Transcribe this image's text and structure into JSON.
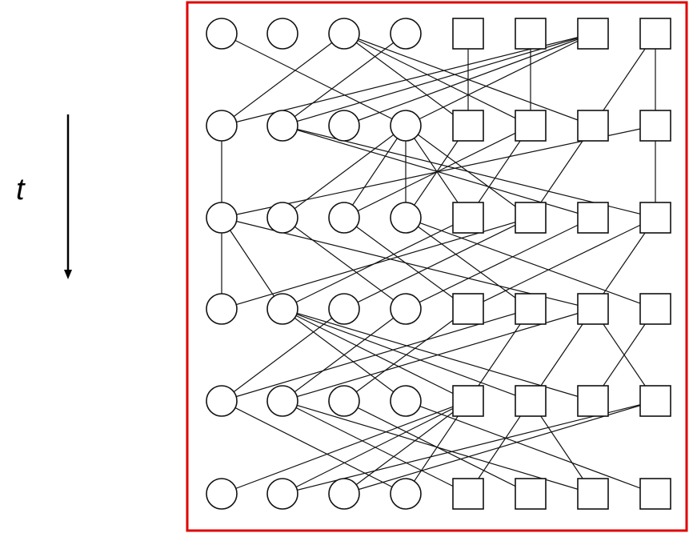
{
  "axis": {
    "label": "t"
  },
  "colors": {
    "frame": "#e00000",
    "ink": "#111111",
    "arrow": "#000000"
  },
  "network": {
    "layers": 6,
    "node_kinds": [
      "circle",
      "circle",
      "circle",
      "circle",
      "square",
      "square",
      "square",
      "square"
    ],
    "edges": [
      [
        [
          0,
          0,
          1,
          3
        ],
        [
          0,
          2,
          1,
          0
        ],
        [
          0,
          2,
          1,
          5
        ],
        [
          0,
          2,
          1,
          6
        ],
        [
          0,
          2,
          1,
          4
        ],
        [
          0,
          3,
          1,
          1
        ],
        [
          0,
          4,
          1,
          4
        ],
        [
          0,
          5,
          1,
          5
        ],
        [
          0,
          6,
          1,
          0
        ],
        [
          0,
          6,
          1,
          1
        ],
        [
          0,
          6,
          1,
          2
        ],
        [
          0,
          6,
          1,
          3
        ],
        [
          0,
          7,
          1,
          6
        ],
        [
          0,
          7,
          1,
          7
        ]
      ],
      [
        [
          1,
          0,
          2,
          0
        ],
        [
          1,
          1,
          2,
          6
        ],
        [
          1,
          1,
          2,
          7
        ],
        [
          1,
          3,
          2,
          1
        ],
        [
          1,
          3,
          2,
          2
        ],
        [
          1,
          3,
          2,
          3
        ],
        [
          1,
          3,
          2,
          5
        ],
        [
          1,
          3,
          2,
          4
        ],
        [
          1,
          4,
          2,
          3
        ],
        [
          1,
          5,
          2,
          2
        ],
        [
          1,
          5,
          2,
          4
        ],
        [
          1,
          7,
          2,
          0
        ],
        [
          1,
          6,
          2,
          5
        ],
        [
          1,
          7,
          2,
          7
        ]
      ],
      [
        [
          2,
          0,
          3,
          0
        ],
        [
          2,
          0,
          3,
          1
        ],
        [
          2,
          0,
          3,
          6
        ],
        [
          2,
          1,
          3,
          3
        ],
        [
          2,
          2,
          3,
          4
        ],
        [
          2,
          3,
          3,
          5
        ],
        [
          2,
          3,
          3,
          7
        ],
        [
          2,
          4,
          3,
          1
        ],
        [
          2,
          5,
          3,
          2
        ],
        [
          2,
          5,
          3,
          0
        ],
        [
          2,
          6,
          3,
          3
        ],
        [
          2,
          7,
          3,
          4
        ],
        [
          2,
          7,
          3,
          6
        ]
      ],
      [
        [
          3,
          1,
          4,
          3
        ],
        [
          3,
          1,
          4,
          4
        ],
        [
          3,
          1,
          4,
          5
        ],
        [
          3,
          1,
          4,
          6
        ],
        [
          3,
          2,
          4,
          0
        ],
        [
          3,
          3,
          4,
          1
        ],
        [
          3,
          4,
          4,
          2
        ],
        [
          3,
          5,
          4,
          0
        ],
        [
          3,
          5,
          4,
          4
        ],
        [
          3,
          6,
          4,
          1
        ],
        [
          3,
          6,
          4,
          5
        ],
        [
          3,
          6,
          4,
          7
        ],
        [
          3,
          7,
          4,
          6
        ]
      ],
      [
        [
          4,
          0,
          5,
          3
        ],
        [
          4,
          1,
          5,
          4
        ],
        [
          4,
          1,
          5,
          6
        ],
        [
          4,
          2,
          5,
          5
        ],
        [
          4,
          3,
          5,
          7
        ],
        [
          4,
          4,
          5,
          0
        ],
        [
          4,
          4,
          5,
          1
        ],
        [
          4,
          4,
          5,
          2
        ],
        [
          4,
          4,
          5,
          3
        ],
        [
          4,
          5,
          5,
          4
        ],
        [
          4,
          5,
          5,
          6
        ],
        [
          4,
          7,
          5,
          1
        ],
        [
          4,
          7,
          5,
          2
        ]
      ]
    ]
  }
}
